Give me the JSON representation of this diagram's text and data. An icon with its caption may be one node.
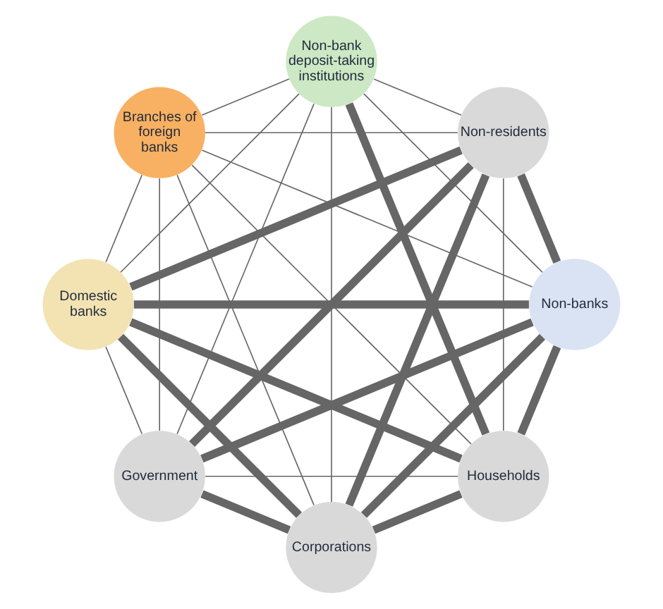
{
  "diagram": {
    "nodes": [
      {
        "text": [
          "Households"
        ]
      },
      {
        "text": [
          "Non-banks"
        ]
      },
      {
        "text": [
          "Government"
        ]
      },
      {
        "text": [
          "Domestic banks"
        ]
      },
      {
        "text": [
          "Branches of foreign banks"
        ]
      },
      {
        "text": [
          "Non-bank deposit-taking institutions"
        ]
      },
      {
        "text": [
          "Non-residents"
        ]
      },
      {
        "text": [
          "Corporations"
        ]
      }
    ],
    "edges": [
      {
        "from": 0,
        "to": 1,
        "arrow": "none",
        "style": "thick"
      },
      {
        "from": 0,
        "to": 2,
        "arrow": "none"
      },
      {
        "from": 0,
        "to": 3,
        "arrow": "none",
        "style": "thick"
      },
      {
        "from": 0,
        "to": 4,
        "arrow": "none"
      },
      {
        "from": 0,
        "to": 5,
        "arrow": "none",
        "style": "thick"
      },
      {
        "from": 0,
        "to": 6,
        "arrow": "none"
      },
      {
        "from": 0,
        "to": 7,
        "arrow": "none",
        "style": "thick"
      },
      {
        "from": 1,
        "to": 2,
        "arrow": "none",
        "style": "thick"
      },
      {
        "from": 1,
        "to": 3,
        "arrow": "none",
        "style": "thick"
      },
      {
        "from": 1,
        "to": 4,
        "arrow": "none"
      },
      {
        "from": 1,
        "to": 5,
        "arrow": "none"
      },
      {
        "from": 1,
        "to": 6,
        "arrow": "none",
        "style": "thick"
      },
      {
        "from": 1,
        "to": 7,
        "arrow": "none",
        "style": "thick"
      },
      {
        "from": 2,
        "to": 3,
        "arrow": "none"
      },
      {
        "from": 2,
        "to": 4,
        "arrow": "none"
      },
      {
        "from": 2,
        "to": 5,
        "arrow": "none"
      },
      {
        "from": 2,
        "to": 6,
        "arrow": "none",
        "style": "thick"
      },
      {
        "from": 2,
        "to": 7,
        "arrow": "none",
        "style": "thick"
      },
      {
        "from": 3,
        "to": 4,
        "arrow": "none"
      },
      {
        "from": 3,
        "to": 5,
        "arrow": "none"
      },
      {
        "from": 3,
        "to": 6,
        "arrow": "none",
        "style": "thick"
      },
      {
        "from": 3,
        "to": 7,
        "arrow": "none",
        "style": "thick"
      },
      {
        "from": 4,
        "to": 5,
        "arrow": "none"
      },
      {
        "from": 4,
        "to": 6,
        "arrow": "none"
      },
      {
        "from": 4,
        "to": 7,
        "arrow": "none"
      },
      {
        "from": 5,
        "to": 6,
        "arrow": "none"
      },
      {
        "from": 5,
        "to": 7,
        "arrow": "none"
      },
      {
        "from": 6,
        "to": 7,
        "arrow": "none",
        "style": "thick"
      }
    ]
  }
}
